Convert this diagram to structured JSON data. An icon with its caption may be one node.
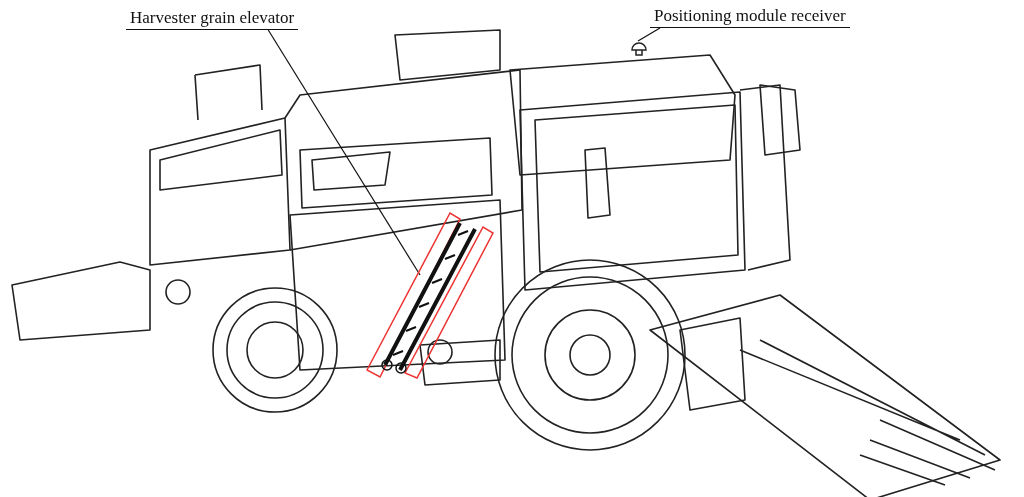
{
  "diagram": {
    "nodes": [
      {
        "text": [
          "Harvester grain elevator"
        ]
      },
      {
        "text": [],
        "shape": "picture"
      },
      {
        "text": [
          "Positioning module receiver"
        ]
      },
      {
        "text": [],
        "shape": "picture"
      }
    ],
    "edges": [
      {
        "from": 0,
        "to": 1,
        "arrow": "none"
      },
      {
        "from": 2,
        "to": 3,
        "arrow": "none"
      }
    ]
  }
}
